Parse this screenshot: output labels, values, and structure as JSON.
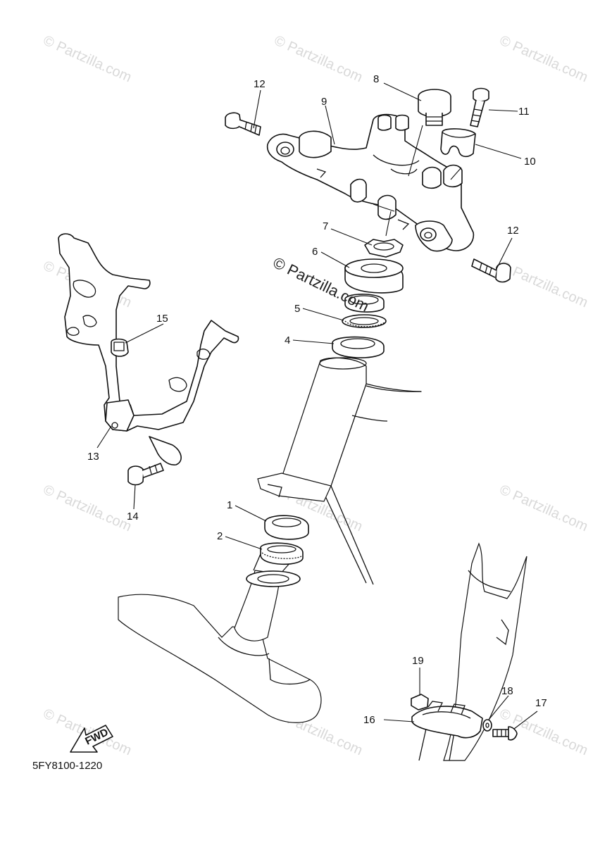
{
  "watermarks": {
    "small": "© Partzilla.com",
    "center": "© Partzilla.com"
  },
  "diagram_code": "5FY8100-1220",
  "fwd_label": "FWD",
  "callouts": [
    {
      "id": "c1",
      "label": "1"
    },
    {
      "id": "c2",
      "label": "2"
    },
    {
      "id": "c4",
      "label": "4"
    },
    {
      "id": "c5",
      "label": "5"
    },
    {
      "id": "c6",
      "label": "6"
    },
    {
      "id": "c7",
      "label": "7"
    },
    {
      "id": "c8",
      "label": "8"
    },
    {
      "id": "c9",
      "label": "9"
    },
    {
      "id": "c10",
      "label": "10"
    },
    {
      "id": "c11",
      "label": "11"
    },
    {
      "id": "c12a",
      "label": "12"
    },
    {
      "id": "c12b",
      "label": "12"
    },
    {
      "id": "c13",
      "label": "13"
    },
    {
      "id": "c14",
      "label": "14"
    },
    {
      "id": "c15",
      "label": "15"
    },
    {
      "id": "c16",
      "label": "16"
    },
    {
      "id": "c17",
      "label": "17"
    },
    {
      "id": "c18",
      "label": "18"
    },
    {
      "id": "c19",
      "label": "19"
    }
  ]
}
